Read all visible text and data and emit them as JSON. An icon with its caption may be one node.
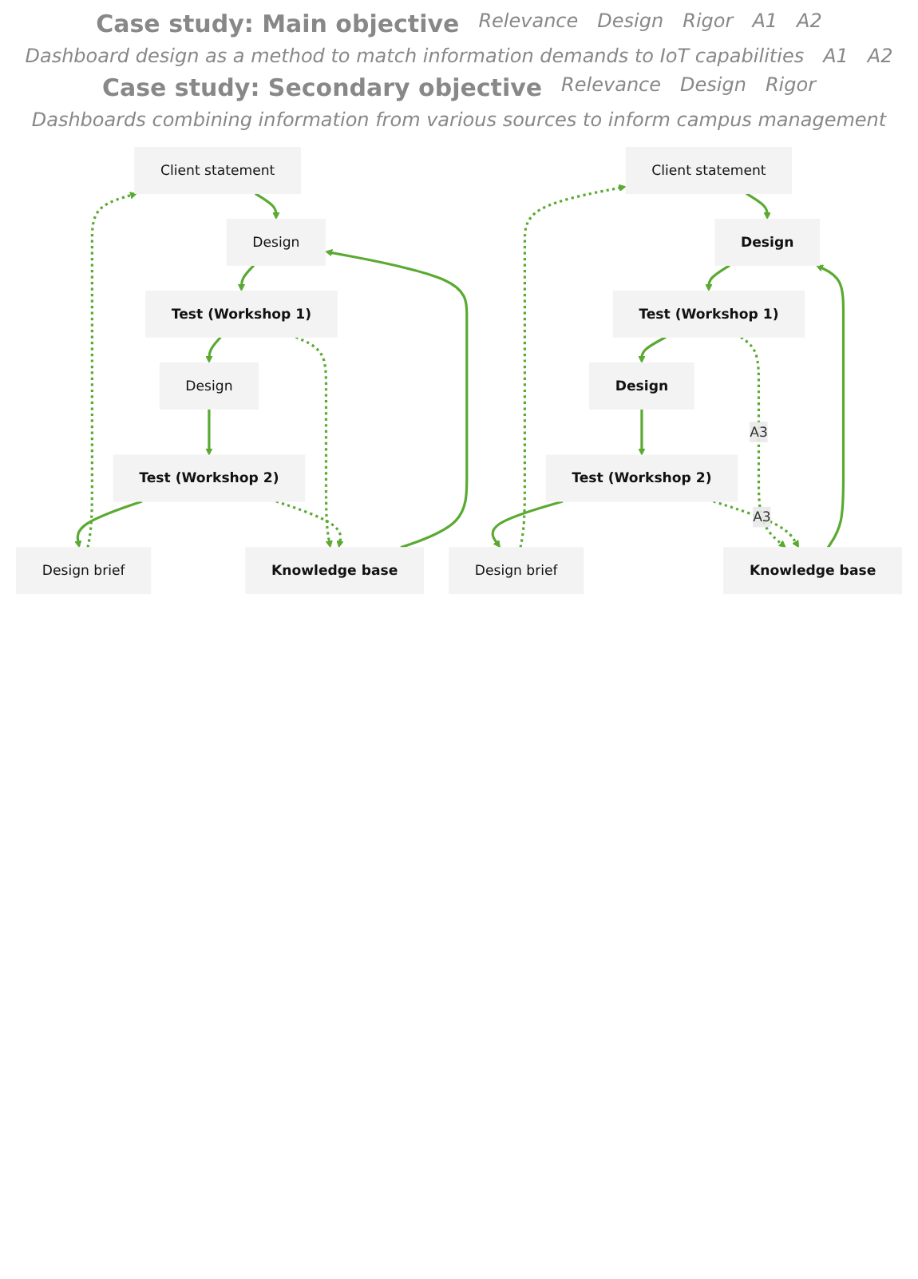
{
  "diagram": {
    "nodes": [
      {
        "text": [
          "Client statement"
        ]
      },
      {
        "text": [
          "Design"
        ]
      },
      {
        "text": [
          "Knowledge base"
        ]
      },
      {
        "text": [
          "Test (Workshop 1)"
        ]
      },
      {
        "text": [
          "Design"
        ]
      },
      {
        "text": [
          "Test (Workshop 2)"
        ]
      },
      {
        "text": [
          "Design brief"
        ]
      },
      {
        "text": [
          "Client statement"
        ]
      },
      {
        "text": [
          "Design"
        ]
      },
      {
        "text": [
          "Knowledge base"
        ]
      },
      {
        "text": [
          "Test (Workshop 1)"
        ]
      },
      {
        "text": [
          "Design"
        ]
      },
      {
        "text": [
          "Test (Workshop 2)"
        ]
      },
      {
        "text": [
          "Design brief"
        ]
      }
    ],
    "edges": [
      {
        "from": 0,
        "to": 1,
        "arrow": "to"
      },
      {
        "from": 2,
        "to": 1,
        "arrow": "to"
      },
      {
        "from": 1,
        "to": 3,
        "arrow": "to"
      },
      {
        "from": 3,
        "to": 4,
        "arrow": "to"
      },
      {
        "from": 4,
        "to": 5,
        "arrow": "to"
      },
      {
        "from": 5,
        "to": 6,
        "arrow": "to"
      },
      {
        "from": 3,
        "to": 2,
        "arrow": "to",
        "style": "dashed"
      },
      {
        "from": 5,
        "to": 2,
        "arrow": "to",
        "style": "dashed"
      },
      {
        "from": 6,
        "to": 0,
        "arrow": "to",
        "style": "dashed"
      },
      {
        "from": 7,
        "to": 8,
        "arrow": "to"
      },
      {
        "from": 9,
        "to": 8,
        "arrow": "to"
      },
      {
        "from": 8,
        "to": 10,
        "arrow": "to"
      },
      {
        "from": 10,
        "to": 11,
        "arrow": "to"
      },
      {
        "from": 11,
        "to": 12,
        "arrow": "to"
      },
      {
        "from": 12,
        "to": 13,
        "arrow": "to"
      },
      {
        "from": 10,
        "to": 9,
        "arrow": "to",
        "style": "dashed",
        "label": "A3"
      },
      {
        "from": 12,
        "to": 9,
        "arrow": "to",
        "style": "dashed",
        "label": "A3"
      },
      {
        "from": 13,
        "to": 7,
        "arrow": "to",
        "style": "dashed"
      }
    ],
    "labels": [
      "Case study: Main objective",
      "Relevance",
      "Design",
      "Rigor",
      "A1",
      "A2",
      "Dashboard design as a method to match information demands to IoT capabilities",
      "A1",
      "A2",
      "Case study: Secondary objective",
      "Relevance",
      "Design",
      "Rigor",
      "Dashboards combining information from various sources to inform campus management"
    ]
  }
}
